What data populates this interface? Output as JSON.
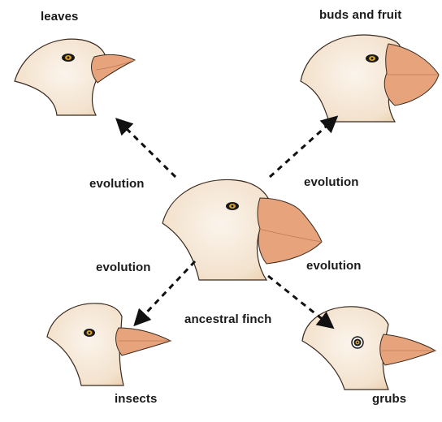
{
  "labels": {
    "leaves": "leaves",
    "buds_and_fruit": "buds and fruit",
    "insects": "insects",
    "grubs": "grubs",
    "ancestral_finch": "ancestral finch",
    "evolution_up_left": "evolution",
    "evolution_up_right": "evolution",
    "evolution_down_left": "evolution",
    "evolution_down_right": "evolution"
  },
  "colors": {
    "head_fill": "#f6ebdd",
    "head_shade": "#eccfae",
    "beak_fill": "#e6a37c",
    "beak_dark": "#d48a63",
    "outline": "#3a2a1e",
    "arrow": "#111111",
    "text": "#1a1a1a"
  }
}
